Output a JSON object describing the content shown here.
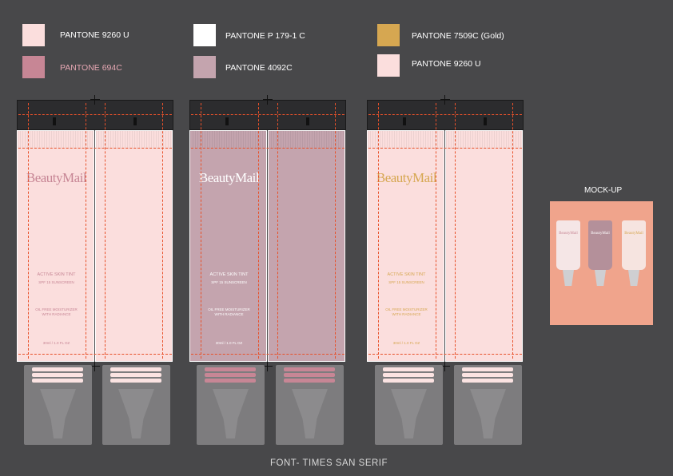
{
  "swatches": [
    {
      "label": "PANTONE 9260 U",
      "color": "#fbdedd",
      "label_color": "#ffffff"
    },
    {
      "label": "PANTONE 694C",
      "color": "#c78695",
      "label_color": "#e6a7b3"
    },
    {
      "label": "PANTONE P 179-1 C",
      "color": "#ffffff",
      "label_color": "#ffffff"
    },
    {
      "label": "PANTONE 4092C",
      "color": "#c4a4ae",
      "label_color": "#ffffff"
    },
    {
      "label": "PANTONE 7509C (Gold)",
      "color": "#d6a751",
      "label_color": "#ffffff"
    },
    {
      "label": "PANTONE 9260 U",
      "color": "#fbdedd",
      "label_color": "#ffffff"
    }
  ],
  "tubes": [
    {
      "brand": "BeautyMail",
      "bg": "#fbdedd",
      "text_color": "#c78695",
      "cap_band": "#fbe3e2",
      "product": "ACTIVE SKIN TINT",
      "spf": "SPF 15 SUNSCREEN",
      "line3": "OIL FREE MOISTURIZER",
      "line4": "WITH RADIANCE",
      "size": "30ml / 1.0 FL OZ"
    },
    {
      "brand": "BeautyMail",
      "bg": "#c4a4ae",
      "text_color": "#ffffff",
      "cap_band": "#c78695",
      "product": "ACTIVE SKIN TINT",
      "spf": "SPF 15 SUNSCREEN",
      "line3": "OIL FREE MOISTURIZER",
      "line4": "WITH RADIANCE",
      "size": "30ml / 1.0 FL OZ"
    },
    {
      "brand": "BeautyMail",
      "bg": "#fbdedd",
      "text_color": "#d6a751",
      "cap_band": "#fbe3e2",
      "product": "ACTIVE SKIN TINT",
      "spf": "SPF 15 SUNSCREEN",
      "line3": "OIL FREE MOISTURIZER",
      "line4": "WITH RADIANCE",
      "size": "30ml / 1.0 FL OZ"
    }
  ],
  "mockup": {
    "title": "MOCK-UP",
    "brand": "BeautyMail",
    "bg": "#f0a48c"
  },
  "footer": "FONT- TIMES SAN SERIF"
}
